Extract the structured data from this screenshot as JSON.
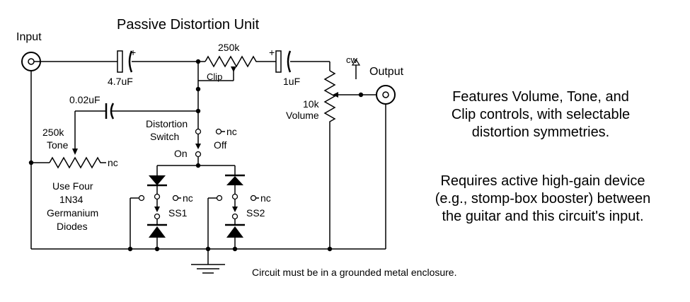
{
  "title": "Passive Distortion Unit",
  "input_label": "Input",
  "output_label": "Output",
  "components": {
    "c_in": {
      "value": "4.7uF",
      "polarity": "+"
    },
    "c_out": {
      "value": "1uF",
      "polarity": "+"
    },
    "c_tone": {
      "value": "0.02uF"
    },
    "clip_pot": {
      "value": "250k",
      "name": "Clip"
    },
    "tone_pot": {
      "value": "250k",
      "name": "Tone"
    },
    "volume_pot": {
      "value": "10k",
      "name": "Volume",
      "cw": "cw"
    },
    "nc": "nc",
    "distortion_switch": {
      "name_line1": "Distortion",
      "name_line2": "Switch",
      "on": "On",
      "off": "Off"
    },
    "ss1": "SS1",
    "ss2": "SS2"
  },
  "diode_note": [
    "Use Four",
    "1N34",
    "Germanium",
    "Diodes"
  ],
  "description": {
    "features": [
      "Features Volume, Tone, and",
      "Clip controls, with selectable",
      "distortion symmetries."
    ],
    "requires": [
      "Requires active high-gain device",
      "(e.g., stomp-box booster) between",
      "the guitar and this circuit's input."
    ]
  },
  "footer_note": "Circuit must be in a grounded metal enclosure.",
  "colors": {
    "ink": "#000000",
    "background": "#ffffff"
  }
}
